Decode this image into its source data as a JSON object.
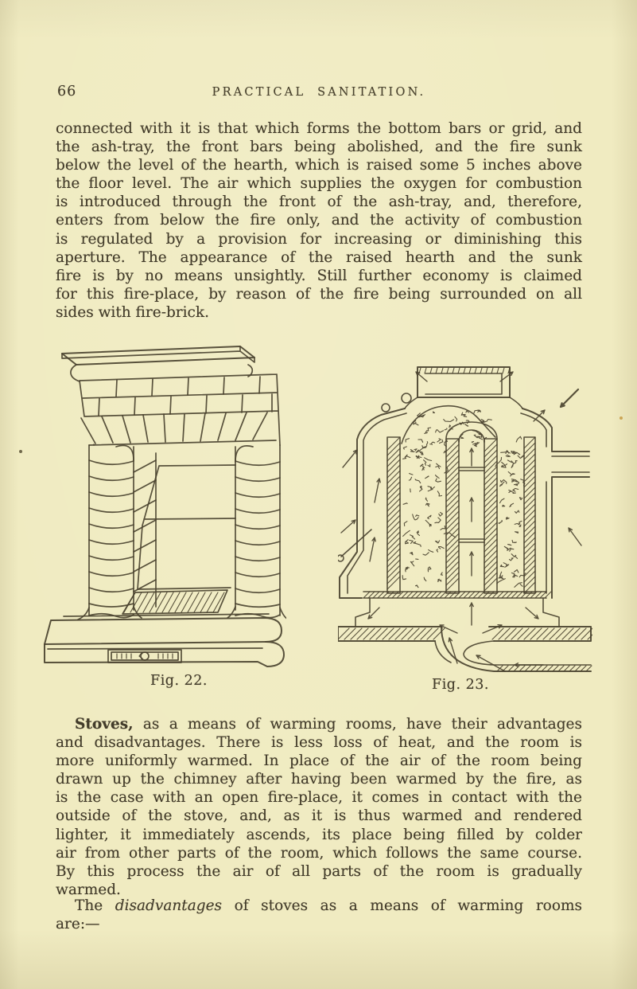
{
  "page": {
    "number": "66",
    "running_title": "PRACTICAL SANITATION."
  },
  "paragraph1": {
    "lines": [
      "connected with it is that which forms the bottom bars or grid, and",
      "the ash-tray, the front bars being abolished, and the fire sunk",
      "below the level of the hearth, which is raised some 5 inches above",
      "the floor level. The air which supplies the oxygen for combustion",
      "is introduced through the front of the ash-tray, and, therefore,",
      "enters from below the fire only, and the activity of combustion",
      "is regulated by a provision for increasing or diminishing this",
      "aperture. The appearance of the raised hearth and the sunk",
      "fire is by no means unsightly. Still further economy is claimed",
      "for this fire-place, by reason of the fire being surrounded on all",
      "sides with fire-brick."
    ]
  },
  "figures": {
    "fig22": {
      "caption": "Fig. 22."
    },
    "fig23": {
      "caption": "Fig. 23."
    }
  },
  "paragraph2": {
    "lead_word": "Stoves,",
    "line1_rest": " as a means of warming rooms, have their advantages",
    "lines": [
      "and disadvantages. There is less loss of heat, and the room is",
      "more uniformly warmed. In place of the air of the room being",
      "drawn up the chimney after having been warmed by the fire, as",
      "is the case with an open fire-place, it comes in contact with the",
      "outside of the stove, and, as it is thus warmed and rendered",
      "lighter, it immediately ascends, its place being filled by colder",
      "air from other parts of the room, which follows the same course.",
      "By this process the air of all parts of the room is gradually",
      "warmed."
    ]
  },
  "paragraph3": {
    "line1_pre": "The ",
    "line1_italic": "disadvantages",
    "line1_post": " of stoves as a means of warming rooms",
    "line2": "are:—"
  },
  "colors": {
    "paper": "#f0ebc1",
    "ink": "#4b4330"
  }
}
